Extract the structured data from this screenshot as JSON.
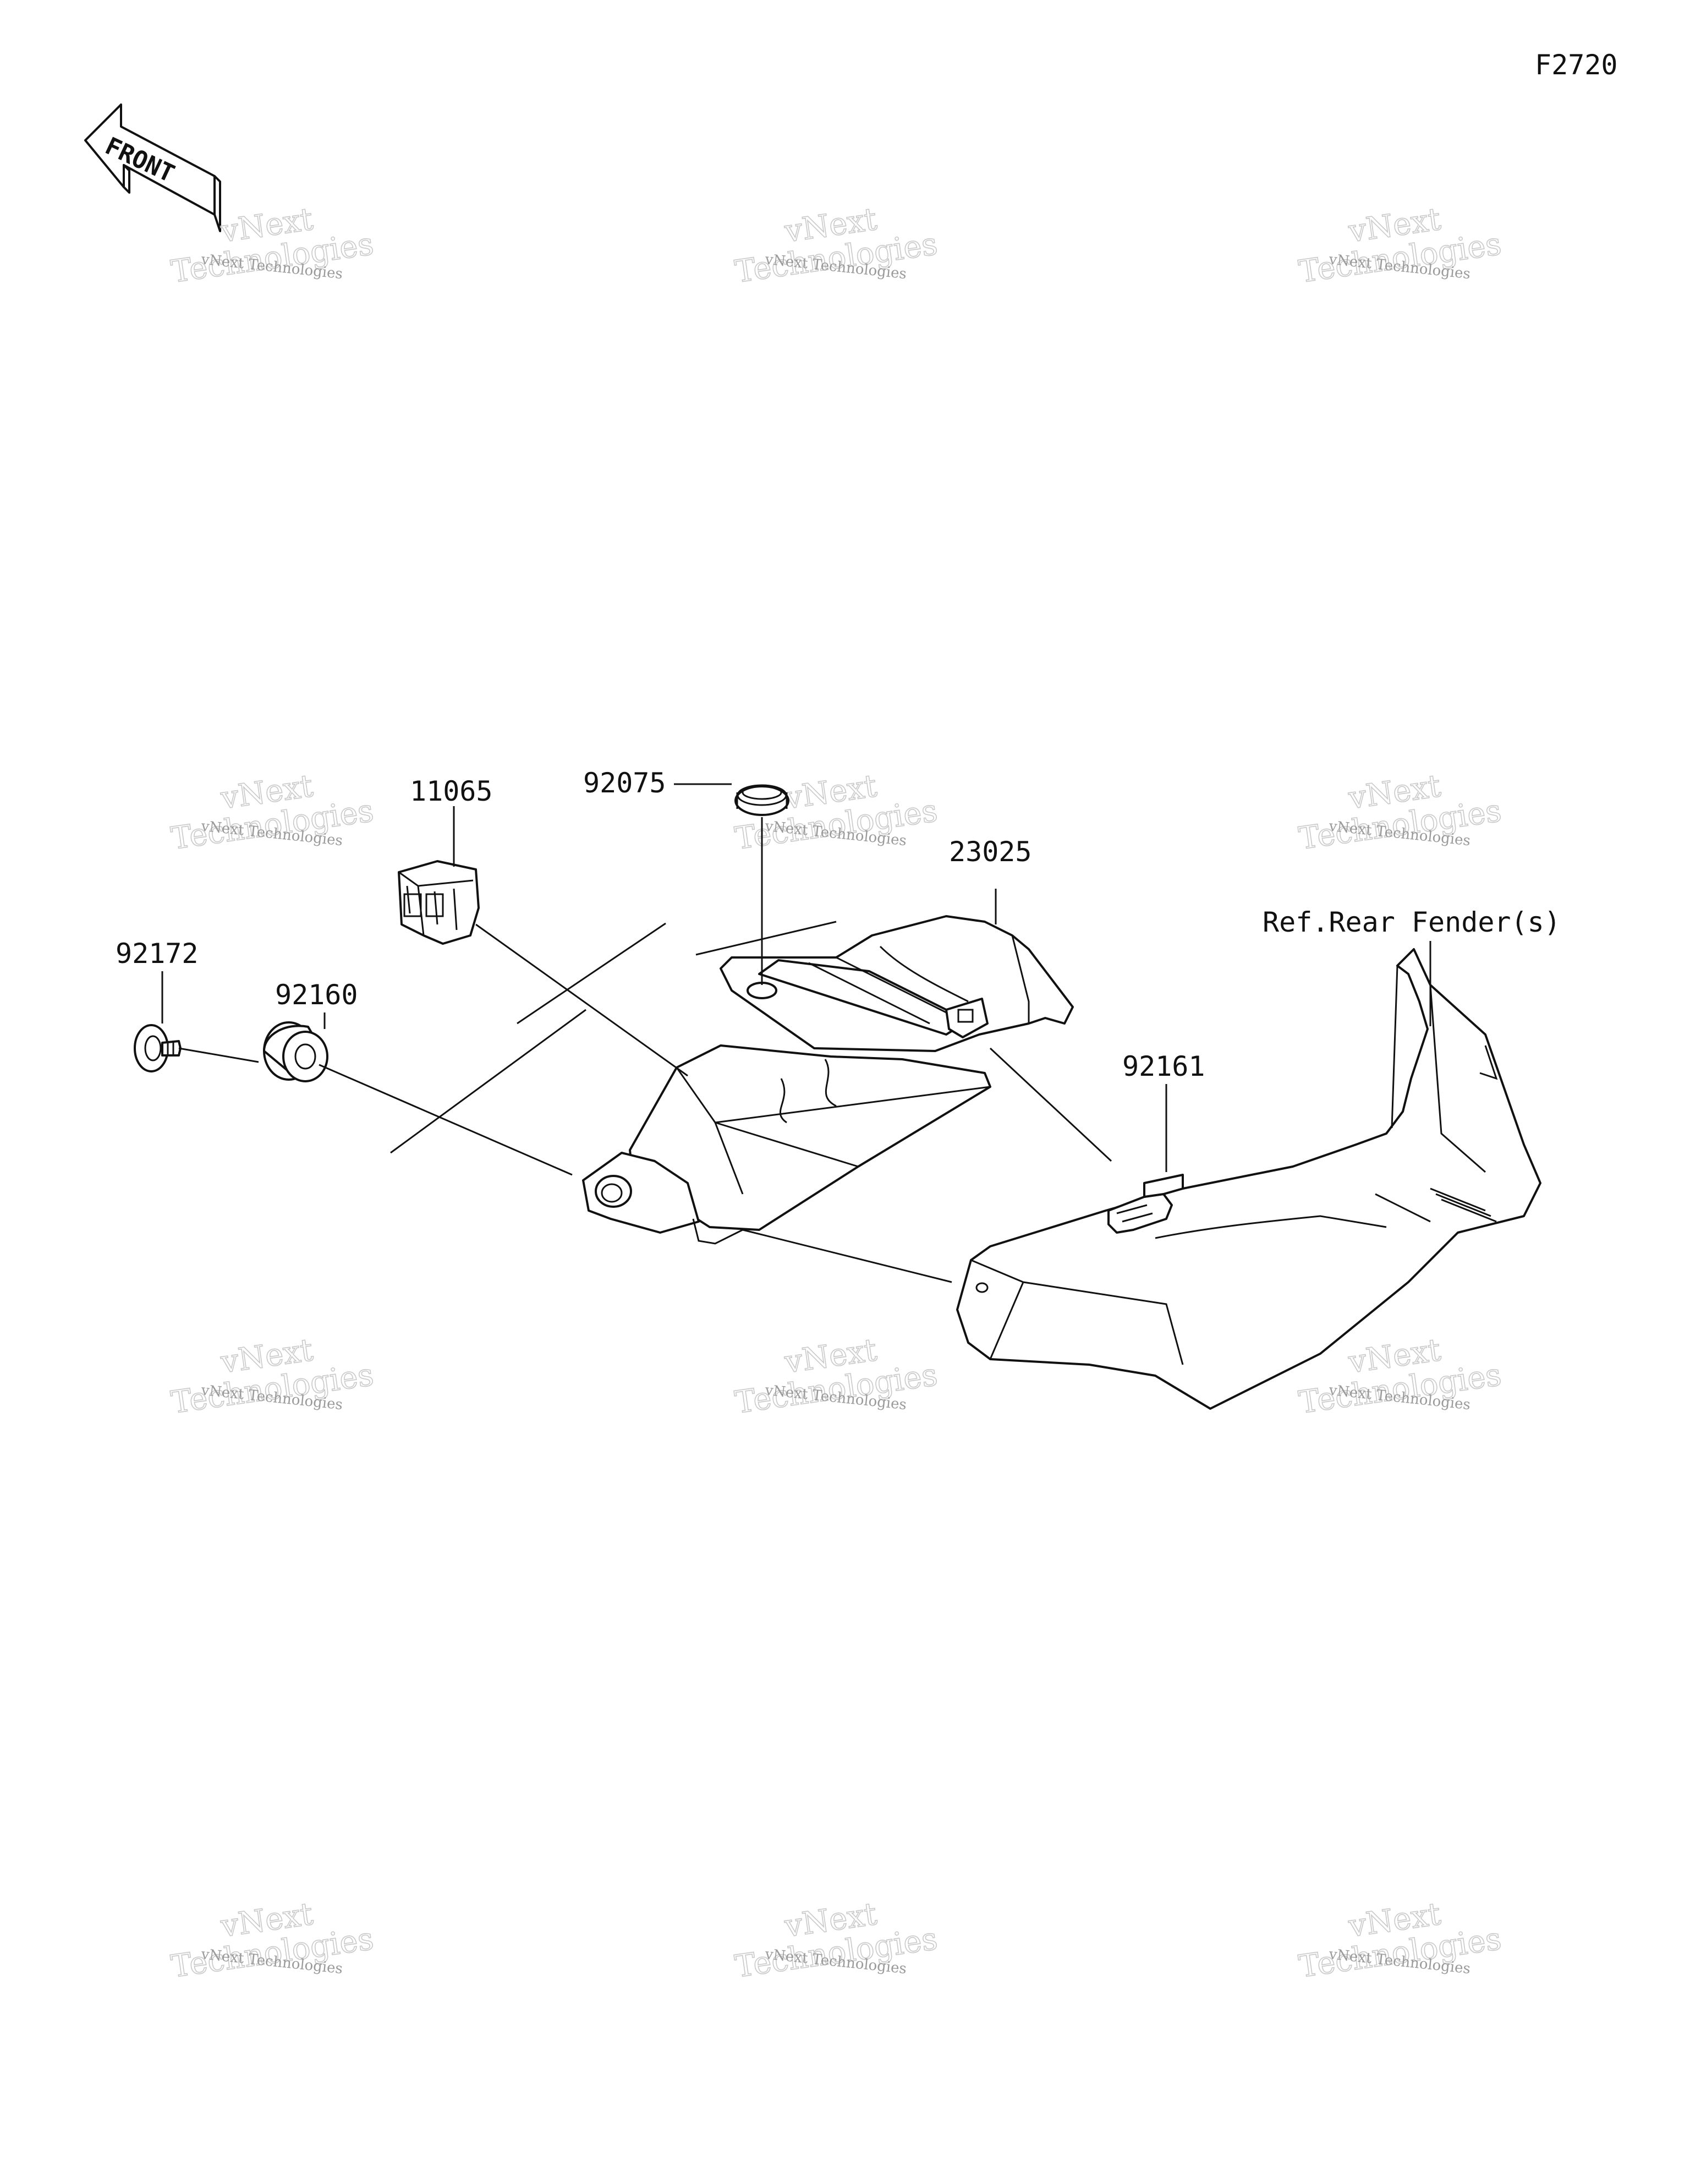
{
  "diagram_code": "F2720",
  "front_arrow": {
    "text": "FRONT"
  },
  "watermark": {
    "small": "vNext Technologies",
    "big_line1": "vNext",
    "big_line2": "Technologies"
  },
  "labels": {
    "p11065": "11065",
    "p92075": "92075",
    "p23025": "23025",
    "ref_rear_fender": "Ref.Rear Fender(s)",
    "p92172": "92172",
    "p92160": "92160",
    "p92161": "92161"
  }
}
